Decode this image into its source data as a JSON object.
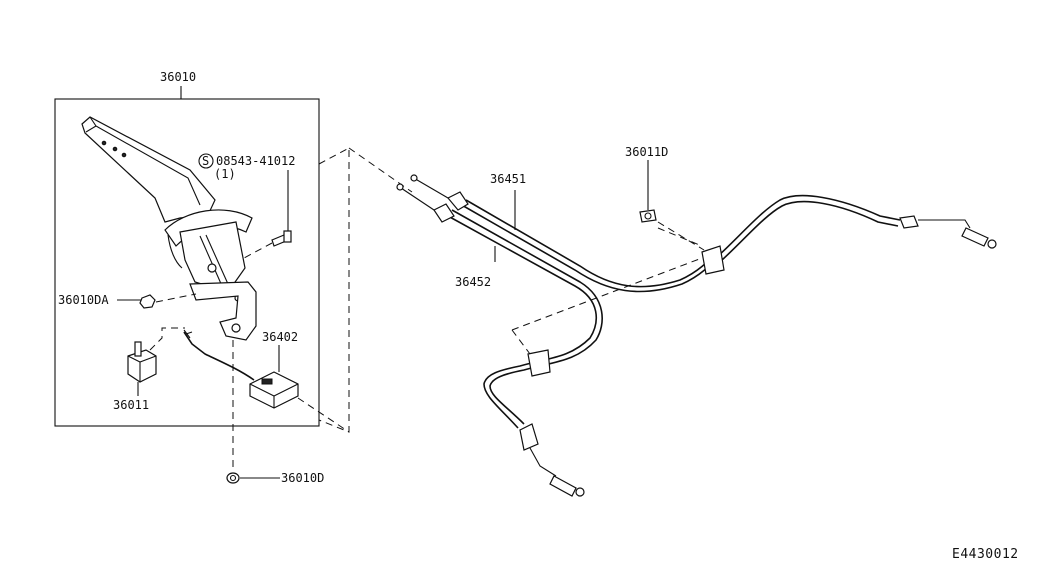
{
  "diagram": {
    "catalog_code": "E4430012",
    "parts": [
      {
        "label": "36010"
      },
      {
        "label": "08543-41012",
        "prefix_symbol": "S",
        "qty": "(1)"
      },
      {
        "label": "36010DA"
      },
      {
        "label": "36011"
      },
      {
        "label": "36402"
      },
      {
        "label": "36010D"
      },
      {
        "label": "36451"
      },
      {
        "label": "36452"
      },
      {
        "label": "36011D"
      }
    ]
  }
}
